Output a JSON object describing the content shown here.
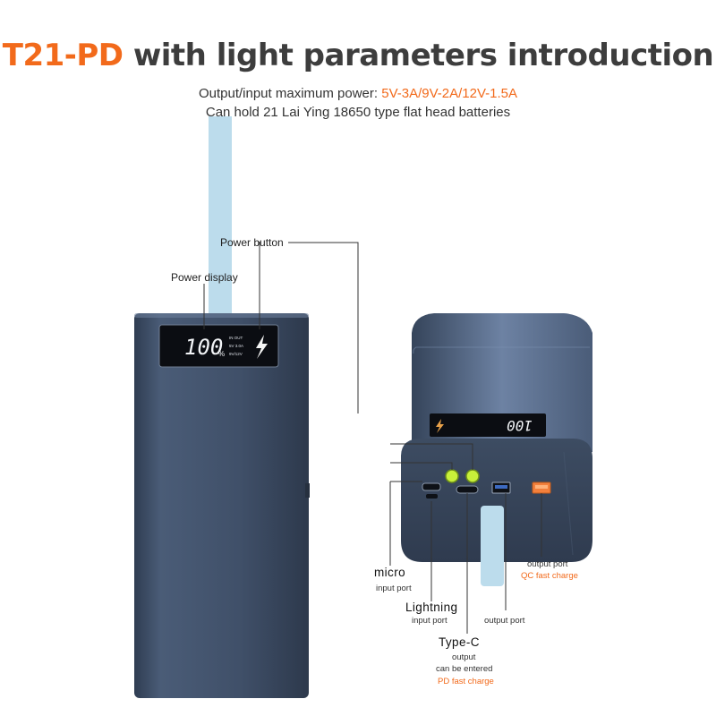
{
  "title": {
    "model": "T21-PD",
    "rest": " with light parameters introduction"
  },
  "subtitle": {
    "line1_prefix": "Output/input maximum power: ",
    "line1_highlight": "5V-3A/9V-2A/12V-1.5A",
    "line2": "Can hold 21 Lai Ying 18650 type flat head batteries"
  },
  "display": {
    "percent": "100",
    "percent_sign": "%",
    "line1": "IN OUT",
    "line2": "5V 3.0A",
    "line3": "9V/12V"
  },
  "labels": {
    "power_button": "Power button",
    "power_display": "Power display",
    "micro": "micro",
    "micro_sub": "input port",
    "lightning": "Lightning",
    "lightning_sub": "input port",
    "typec": "Type-C",
    "typec_sub1": "output",
    "typec_sub2": "can be entered",
    "typec_sub3": "PD fast charge",
    "usb_output": "output port",
    "qc_output": "output port",
    "qc_output_sub": "QC fast charge"
  },
  "colors": {
    "accent": "#f26a1b",
    "body": "#3f5068",
    "strap": "#bcdcec"
  }
}
